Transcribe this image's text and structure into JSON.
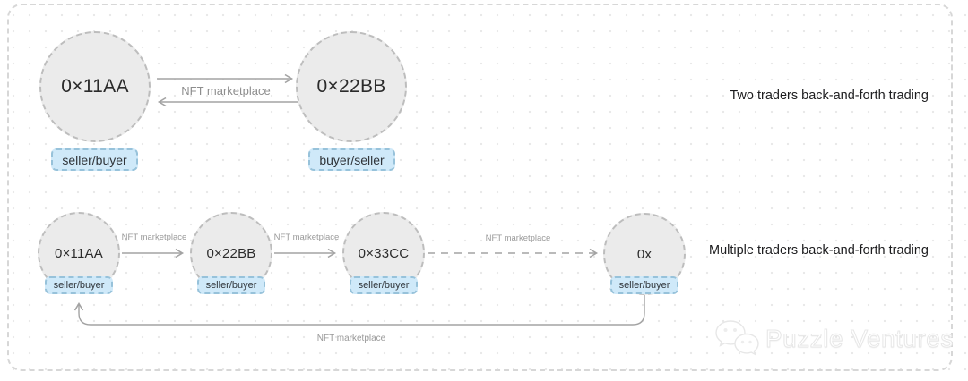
{
  "diagram_top": {
    "caption": "Two traders back-and-forth trading",
    "nodes": [
      {
        "label": "0×11AA",
        "role": "seller/buyer"
      },
      {
        "label": "0×22BB",
        "role": "buyer/seller"
      }
    ],
    "arrow_label": "NFT marketplace"
  },
  "diagram_bottom": {
    "caption": "Multiple traders back-and-forth trading",
    "nodes": [
      {
        "label": "0×11AA",
        "role": "seller/buyer"
      },
      {
        "label": "0×22BB",
        "role": "seller/buyer"
      },
      {
        "label": "0×33CC",
        "role": "seller/buyer"
      },
      {
        "label": "0x",
        "role": "seller/buyer"
      }
    ],
    "arrow_labels": [
      "NFT marketplace",
      "NFT marketplace",
      "NFT marketplace"
    ],
    "loop_label": "NFT marketplace"
  },
  "watermark": {
    "text": "Puzzle Ventures",
    "logo_icon": "chat-bubbles-icon"
  },
  "colors": {
    "node_fill": "#ebebeb",
    "node_border": "#bdbdbd",
    "role_fill": "#cfe9f9",
    "role_border": "#97c2da",
    "arrow": "#a3a3a3",
    "label_text": "#8e8e8e",
    "frame_border": "#d7d7d7",
    "caption_text": "#1d1d1f"
  }
}
